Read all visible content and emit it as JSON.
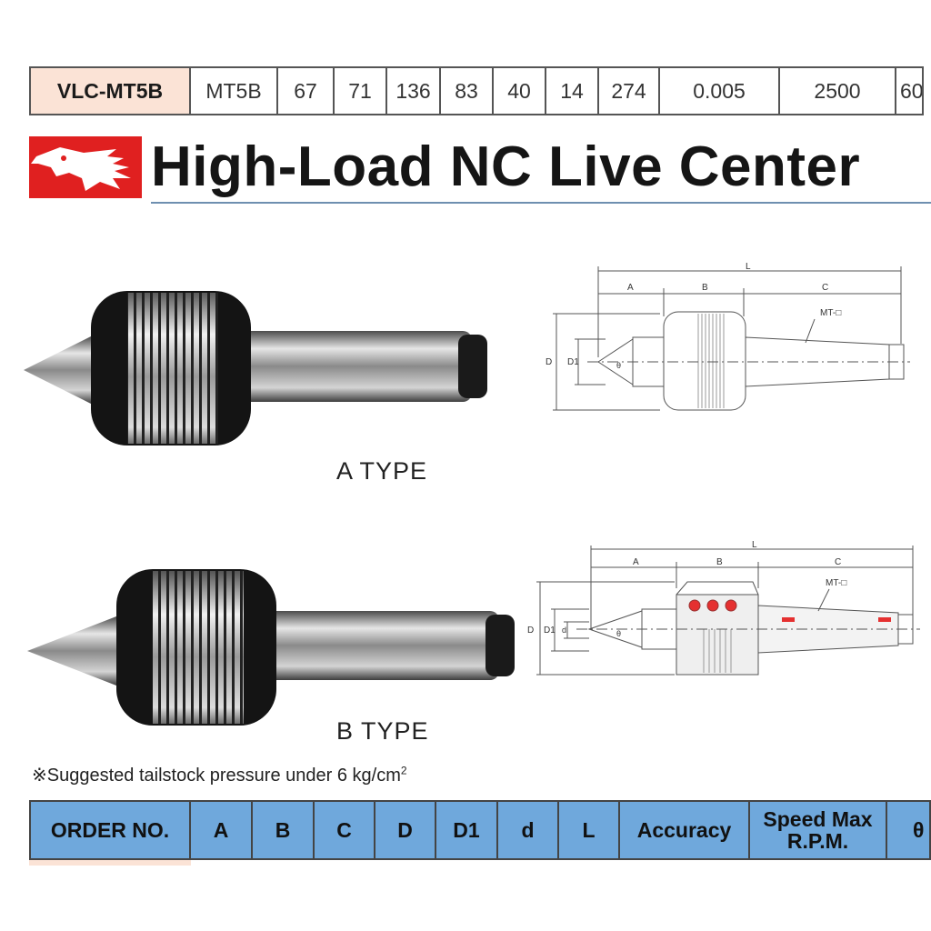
{
  "top_row": {
    "cells": [
      "VLC-MT5B",
      "MT5B",
      "67",
      "71",
      "136",
      "83",
      "40",
      "14",
      "274",
      "0.005",
      "2500",
      "60"
    ]
  },
  "title": "High-Load NC Live Center",
  "type_a": {
    "label": "A  TYPE",
    "drawing": {
      "dim_l": "L",
      "dim_a": "A",
      "dim_b": "B",
      "dim_c": "C",
      "dim_d": "D",
      "dim_d1": "D1",
      "taper": "MT-□",
      "angle": "θ"
    }
  },
  "type_b": {
    "label": "B  TYPE",
    "drawing": {
      "dim_l": "L",
      "dim_a": "A",
      "dim_b": "B",
      "dim_c": "C",
      "dim_d": "D",
      "dim_d1": "D1",
      "dim_small_d": "d",
      "taper": "MT-□",
      "angle": "θ"
    }
  },
  "note": {
    "text": "※Suggested tailstock pressure under 6 kg/cm",
    "sup": "2"
  },
  "spec_header": {
    "columns": [
      "ORDER NO.",
      "A",
      "B",
      "C",
      "D",
      "D1",
      "d",
      "L",
      "Accuracy",
      "Speed Max R.P.M.",
      "θ"
    ]
  },
  "colors": {
    "logo_red": "#e02020",
    "header_blue": "#6fa8dc",
    "order_cell": "#fbe3d6",
    "title_rule": "#6e8fb0",
    "bearing_red": "#e53030"
  },
  "icons": [
    "eagle-logo-icon"
  ]
}
